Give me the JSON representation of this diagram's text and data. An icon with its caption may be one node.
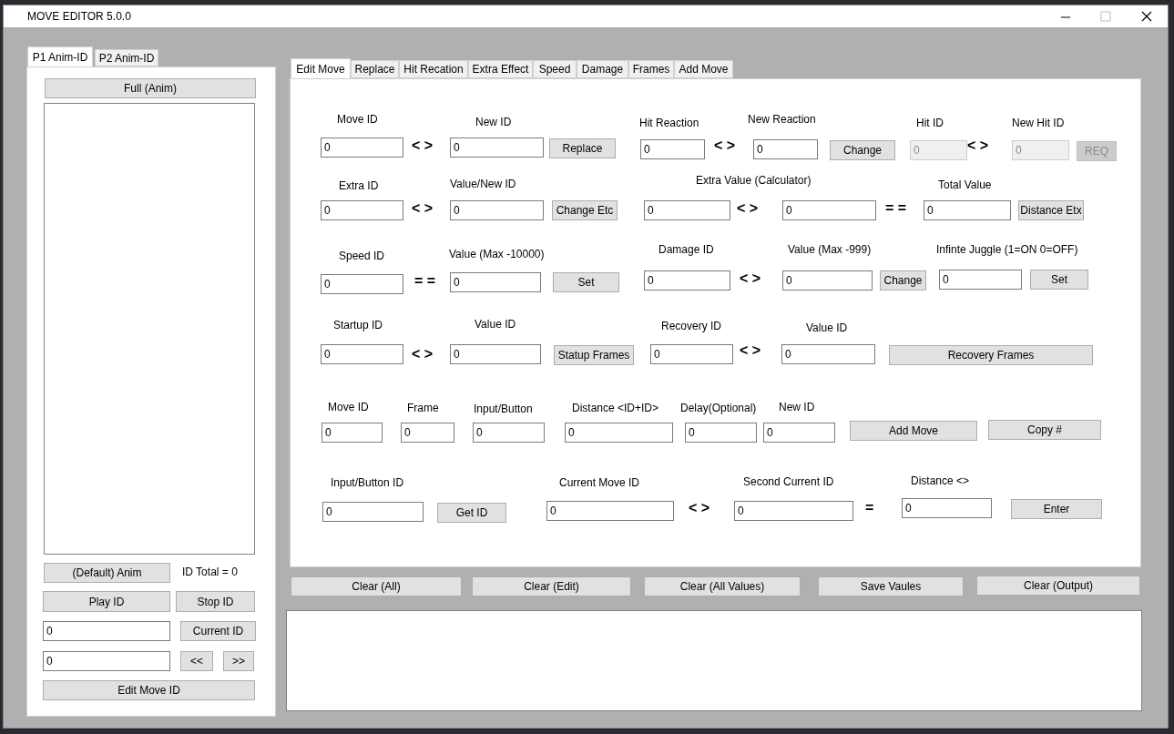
{
  "diagram": {
    "nodes": [
      {
        "text": [
          "MOVE EDITOR 5.0.0"
        ]
      },
      {
        "text": [
          "P1 Anim-ID"
        ],
        "in": 0
      },
      {
        "text": [
          "P2 Anim-ID"
        ],
        "in": 0
      },
      {
        "text": [],
        "shape": "box",
        "in": 0
      },
      {
        "text": [
          "Full (Anim)"
        ],
        "in": 3
      },
      {
        "text": [],
        "shape": "box",
        "in": 3
      },
      {
        "text": [
          "(Default) Anim"
        ],
        "in": 3
      },
      {
        "text": [
          "Play ID"
        ],
        "in": 3
      },
      {
        "text": [
          "Stop ID"
        ],
        "in": 3
      },
      {
        "text": [
          "0"
        ],
        "in": 3
      },
      {
        "text": [
          "Current ID"
        ],
        "in": 3
      },
      {
        "text": [
          "0"
        ],
        "in": 3
      },
      {
        "text": [
          "<<"
        ],
        "in": 3
      },
      {
        "text": [
          ">>"
        ],
        "in": 3
      },
      {
        "text": [
          "Edit Move ID"
        ],
        "in": 3
      },
      {
        "text": [
          "Edit Move"
        ],
        "in": 0
      },
      {
        "text": [
          "Replace"
        ],
        "in": 0
      },
      {
        "text": [
          "Hit Recation"
        ],
        "in": 0
      },
      {
        "text": [
          "Extra Effect"
        ],
        "in": 0
      },
      {
        "text": [
          "Speed"
        ],
        "in": 0
      },
      {
        "text": [
          "Damage"
        ],
        "in": 0
      },
      {
        "text": [
          "Frames"
        ],
        "in": 0
      },
      {
        "text": [
          "Add Move"
        ],
        "in": 0
      },
      {
        "text": [],
        "shape": "box",
        "in": 0
      },
      {
        "text": [
          "0"
        ],
        "in": 23
      },
      {
        "text": [
          "0"
        ],
        "in": 23
      },
      {
        "text": [
          "Replace"
        ],
        "in": 23
      },
      {
        "text": [
          "0"
        ],
        "in": 23
      },
      {
        "text": [
          "0"
        ],
        "in": 23
      },
      {
        "text": [
          "Change"
        ],
        "in": 23
      },
      {
        "text": [
          "0"
        ],
        "in": 23
      },
      {
        "text": [
          "0"
        ],
        "in": 23
      },
      {
        "text": [
          "REQ"
        ],
        "in": 23
      },
      {
        "text": [
          "0"
        ],
        "in": 23
      },
      {
        "text": [
          "0"
        ],
        "in": 23
      },
      {
        "text": [
          "Change Etc"
        ],
        "in": 23
      },
      {
        "text": [
          "0"
        ],
        "in": 23
      },
      {
        "text": [
          "0"
        ],
        "in": 23
      },
      {
        "text": [
          "0"
        ],
        "in": 23
      },
      {
        "text": [
          "Distance Etx"
        ],
        "in": 23
      },
      {
        "text": [
          "0"
        ],
        "in": 23
      },
      {
        "text": [
          "0"
        ],
        "in": 23
      },
      {
        "text": [
          "Set"
        ],
        "in": 23
      },
      {
        "text": [
          "0"
        ],
        "in": 23
      },
      {
        "text": [
          "0"
        ],
        "in": 23
      },
      {
        "text": [
          "Change"
        ],
        "in": 23
      },
      {
        "text": [
          "0"
        ],
        "in": 23
      },
      {
        "text": [
          "Set"
        ],
        "in": 23
      },
      {
        "text": [
          "0"
        ],
        "in": 23
      },
      {
        "text": [
          "0"
        ],
        "in": 23
      },
      {
        "text": [
          "Statup Frames"
        ],
        "in": 23
      },
      {
        "text": [
          "0"
        ],
        "in": 23
      },
      {
        "text": [
          "0"
        ],
        "in": 23
      },
      {
        "text": [
          "Recovery Frames"
        ],
        "in": 23
      },
      {
        "text": [
          "0"
        ],
        "in": 23
      },
      {
        "text": [
          "0"
        ],
        "in": 23
      },
      {
        "text": [
          "0"
        ],
        "in": 23
      },
      {
        "text": [
          "0"
        ],
        "in": 23
      },
      {
        "text": [
          "0"
        ],
        "in": 23
      },
      {
        "text": [
          "0"
        ],
        "in": 23
      },
      {
        "text": [
          "Add Move"
        ],
        "in": 23
      },
      {
        "text": [
          "Copy #"
        ],
        "in": 23
      },
      {
        "text": [
          "0"
        ],
        "in": 23
      },
      {
        "text": [
          "Get ID"
        ],
        "in": 23
      },
      {
        "text": [
          "0"
        ],
        "in": 23
      },
      {
        "text": [
          "0"
        ],
        "in": 23
      },
      {
        "text": [
          "0"
        ],
        "in": 23
      },
      {
        "text": [
          "Enter"
        ],
        "in": 23
      },
      {
        "text": [
          "Clear (All)"
        ],
        "in": 0
      },
      {
        "text": [
          "Clear (Edit)"
        ],
        "in": 0
      },
      {
        "text": [
          "Clear (All Values)"
        ],
        "in": 0
      },
      {
        "text": [
          "Save Vaules"
        ],
        "in": 0
      },
      {
        "text": [
          "Clear (Output)"
        ],
        "in": 0
      },
      {
        "text": [],
        "shape": "box",
        "in": 0
      }
    ],
    "labels": [
      "ID Total = 0",
      "Move ID",
      "New ID",
      "Hit Reaction",
      "New Reaction",
      "Hit ID",
      "New Hit ID",
      "< >",
      "< >",
      "< >",
      "Extra ID",
      "Value/New ID",
      "Extra Value (Calculator)",
      "Total Value",
      "< >",
      "< >",
      "= =",
      "Speed ID",
      "Value (Max -10000)",
      "Damage ID",
      "Value (Max -999)",
      "Infinte Juggle (1=ON 0=OFF)",
      "= =",
      "< >",
      "Startup ID",
      "Value ID",
      "Recovery ID",
      "Value ID",
      "< >",
      "< >",
      "Move ID",
      "Frame",
      "Input/Button",
      "Distance <ID+ID>",
      "Delay(Optional)",
      "New ID",
      "Input/Button ID",
      "Current Move ID",
      "Second Current ID",
      "Distance <>",
      "< >",
      "="
    ]
  }
}
